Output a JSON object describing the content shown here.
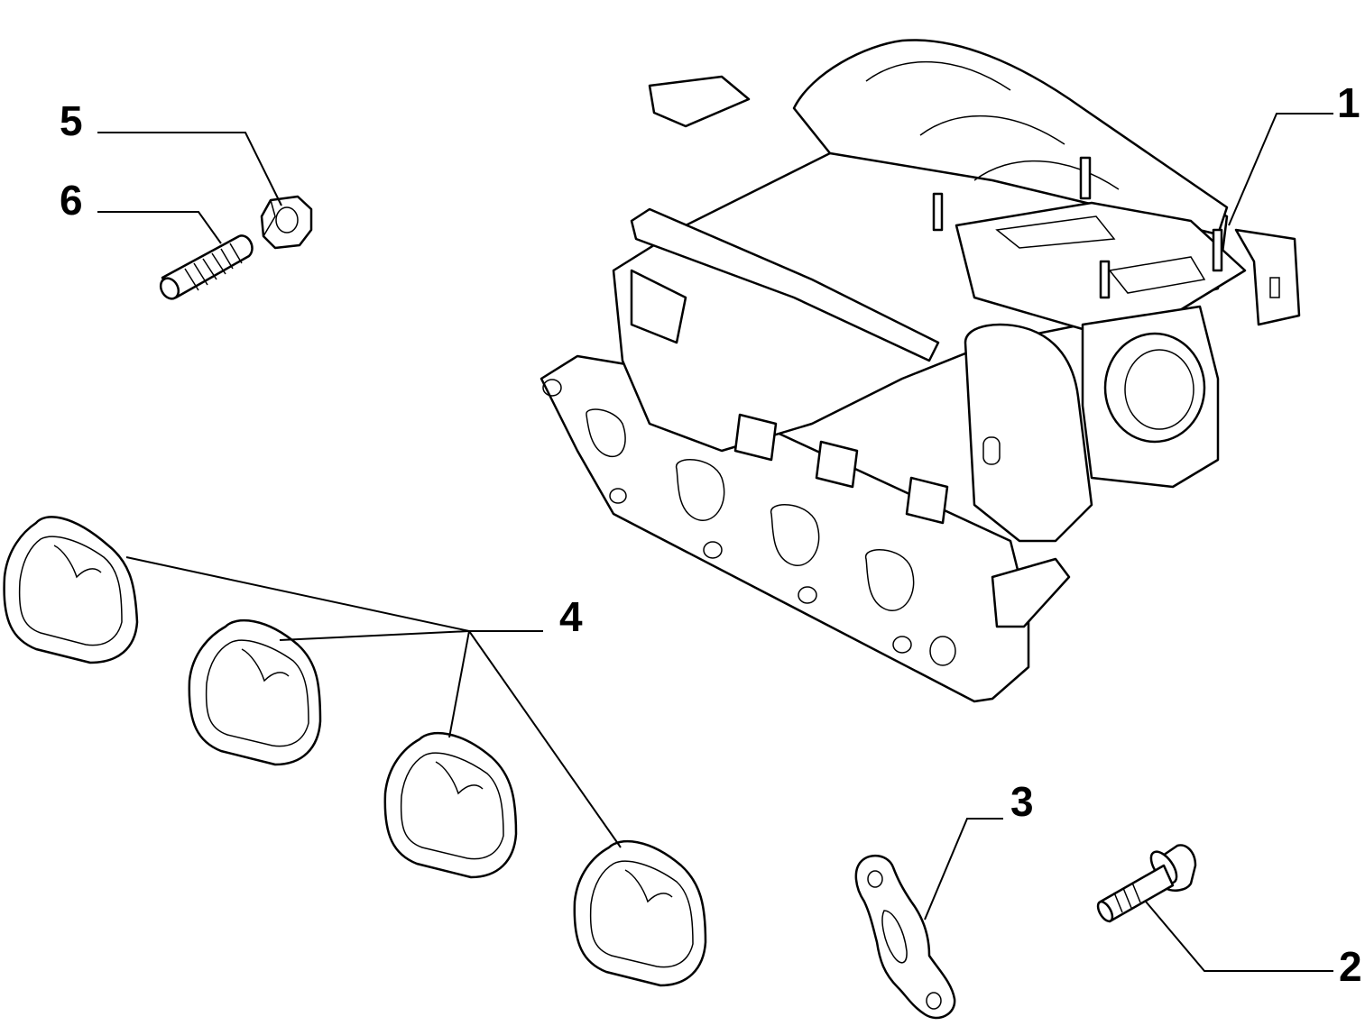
{
  "diagram": {
    "callouts": [
      {
        "id": "1",
        "part": "intake-manifold"
      },
      {
        "id": "2",
        "part": "flange-bolt"
      },
      {
        "id": "3",
        "part": "flange-gasket"
      },
      {
        "id": "4",
        "part": "port-gaskets"
      },
      {
        "id": "5",
        "part": "hex-nut"
      },
      {
        "id": "6",
        "part": "stud"
      }
    ]
  }
}
